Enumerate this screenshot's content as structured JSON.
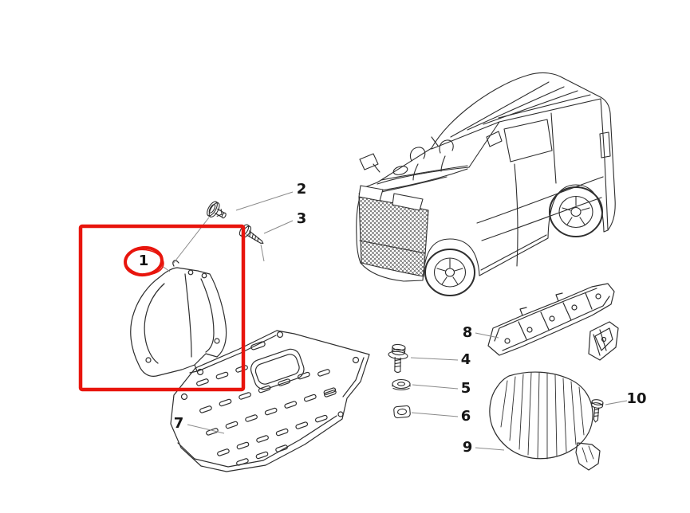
{
  "figure": {
    "background_color": "#ffffff",
    "line_color": "#2e2e2e",
    "leader_line_color": "#8a8a8a",
    "label_color": "#151515",
    "highlight_color": "#e8150d",
    "highlighted_callout": "1",
    "callouts": [
      {
        "label": "1",
        "highlighted": true
      },
      {
        "label": "2",
        "highlighted": false
      },
      {
        "label": "3",
        "highlighted": false
      },
      {
        "label": "4",
        "highlighted": false
      },
      {
        "label": "5",
        "highlighted": false
      },
      {
        "label": "6",
        "highlighted": false
      },
      {
        "label": "7",
        "highlighted": false
      },
      {
        "label": "8",
        "highlighted": false
      },
      {
        "label": "9",
        "highlighted": false
      },
      {
        "label": "10",
        "highlighted": false
      }
    ]
  }
}
